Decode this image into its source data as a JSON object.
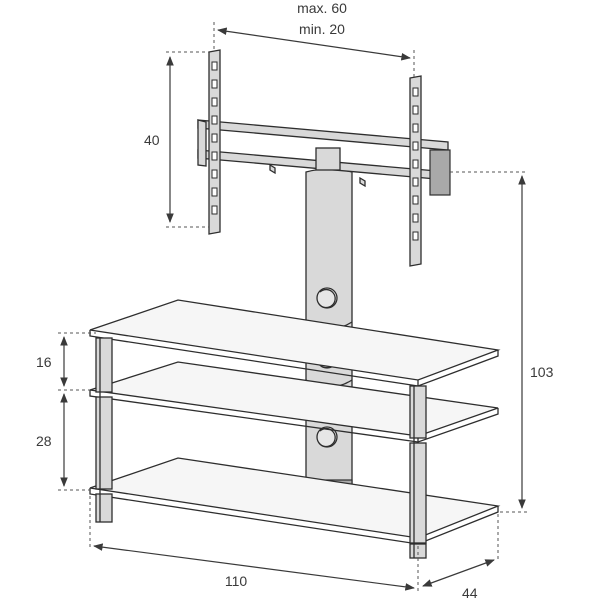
{
  "dimensions": {
    "mount_width_max": "max. 60",
    "mount_width_min": "min. 20",
    "mount_height": "40",
    "shelf_gap_top": "16",
    "shelf_gap_bottom": "28",
    "total_height": "103",
    "width": "110",
    "depth": "44"
  },
  "colors": {
    "line": "#2e2e2e",
    "metal": "#d9d9d9",
    "glass": "#f6f6f6"
  }
}
